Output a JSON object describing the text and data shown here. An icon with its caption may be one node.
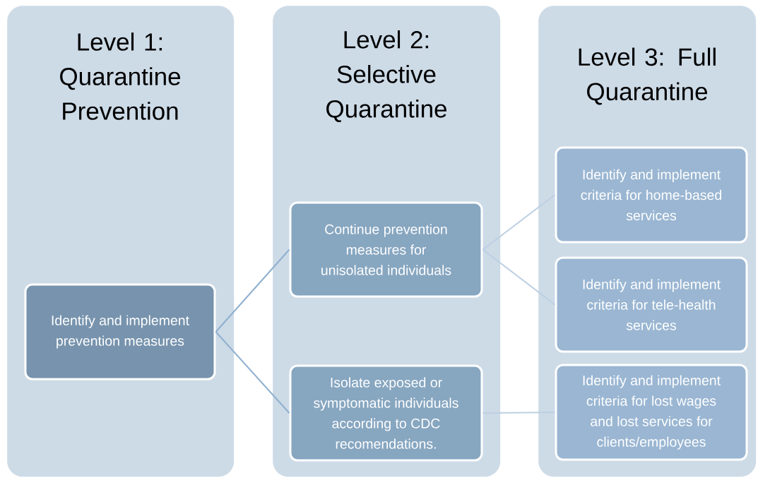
{
  "diagram": {
    "nodes": [
      {
        "text": [
          "Level 1: Quarantine Prevention"
        ]
      },
      {
        "text": [
          "Identify and implement prevention measures"
        ],
        "in": 0
      },
      {
        "text": [
          "Level 2: Selective Quarantine"
        ]
      },
      {
        "text": [
          "Continue prevention measures for unisolated individuals"
        ],
        "in": 2
      },
      {
        "text": [
          "Isolate exposed or symptomatic individuals according to CDC recomendations."
        ],
        "in": 2
      },
      {
        "text": [
          "Level 3: Full Quarantine"
        ]
      },
      {
        "text": [
          "Identify and implement criteria for home-based services"
        ],
        "in": 5
      },
      {
        "text": [
          "Identify and implement criteria for tele-health services"
        ],
        "in": 5
      },
      {
        "text": [
          "Identify and implement criteria for lost wages and lost services for clients/employees"
        ],
        "in": 5
      }
    ],
    "edges": [
      {
        "from": 1,
        "to": 3,
        "arrow": "none",
        "color": "#8fb0cf"
      },
      {
        "from": 1,
        "to": 4,
        "arrow": "none",
        "color": "#8fb0cf"
      },
      {
        "from": 3,
        "to": 6,
        "arrow": "none"
      },
      {
        "from": 3,
        "to": 7,
        "arrow": "none"
      },
      {
        "from": 4,
        "to": 8,
        "arrow": "none"
      }
    ]
  }
}
